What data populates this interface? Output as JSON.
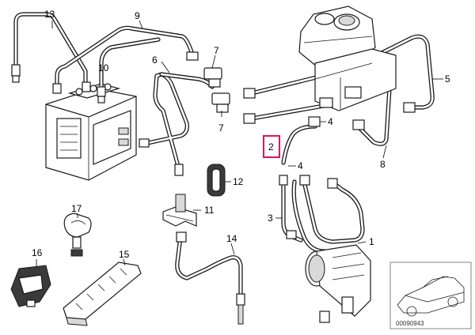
{
  "diagram": {
    "callouts": [
      {
        "id": "c13",
        "text": "13"
      },
      {
        "id": "c9",
        "text": "9"
      },
      {
        "id": "c6",
        "text": "6"
      },
      {
        "id": "c7a",
        "text": "7"
      },
      {
        "id": "c7b",
        "text": "7"
      },
      {
        "id": "c10",
        "text": "10"
      },
      {
        "id": "c5",
        "text": "5"
      },
      {
        "id": "c4a",
        "text": "4"
      },
      {
        "id": "c2",
        "text": "2"
      },
      {
        "id": "c4b",
        "text": "4"
      },
      {
        "id": "c8",
        "text": "8"
      },
      {
        "id": "c12",
        "text": "12"
      },
      {
        "id": "c11",
        "text": "11"
      },
      {
        "id": "c17",
        "text": "17"
      },
      {
        "id": "c3",
        "text": "3"
      },
      {
        "id": "c14",
        "text": "14"
      },
      {
        "id": "c1",
        "text": "1"
      },
      {
        "id": "c16",
        "text": "16"
      },
      {
        "id": "c15",
        "text": "15"
      }
    ],
    "highlighted_callout": "2",
    "highlight_color": "#e0115f",
    "diagram_number": "00090943"
  }
}
